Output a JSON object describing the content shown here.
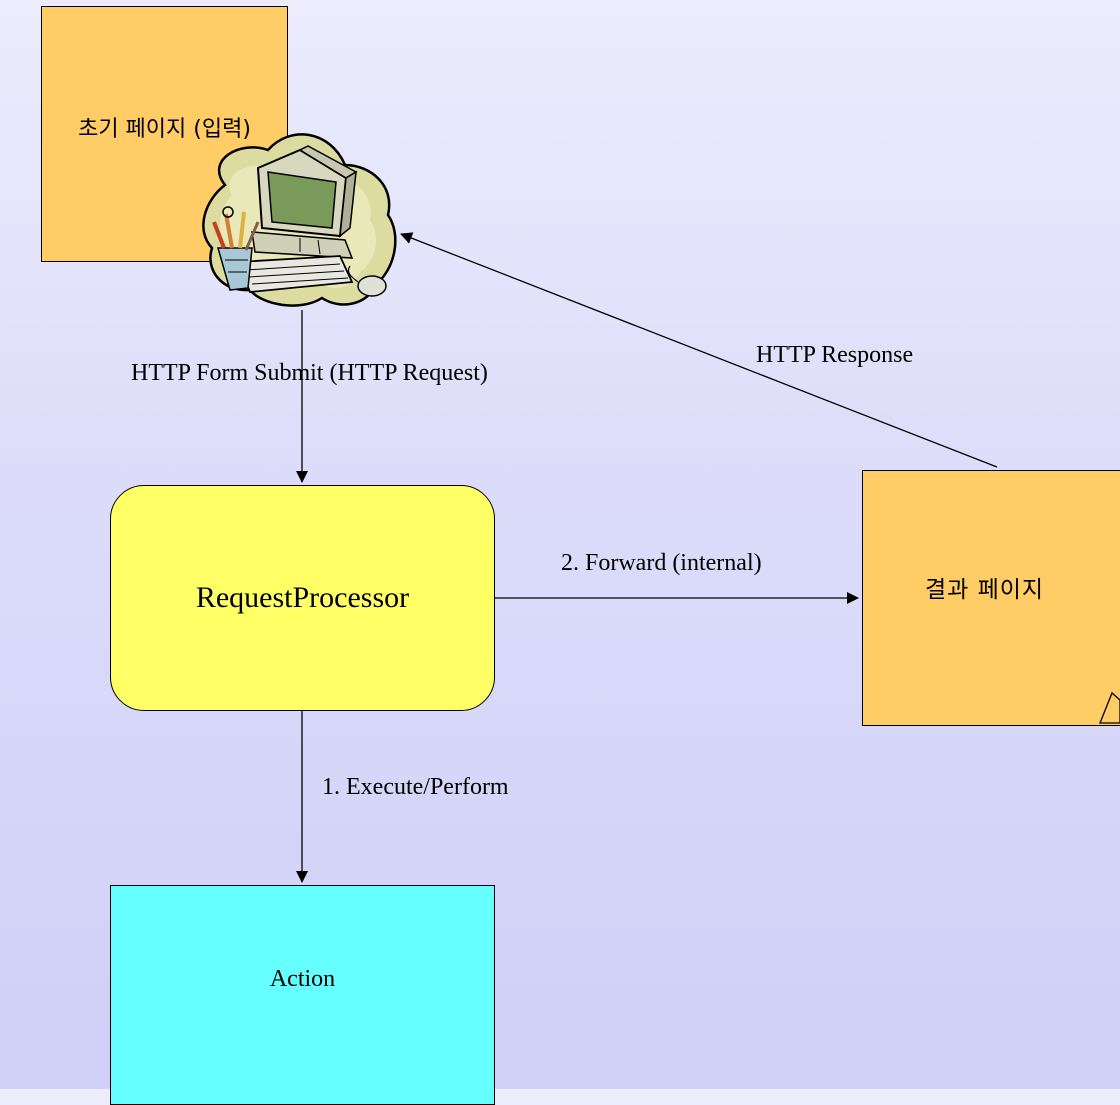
{
  "boxes": {
    "initial_page": "초기 페이지 (입력)",
    "request_processor": "RequestProcessor",
    "result_page": "결과 페이지",
    "action": "Action"
  },
  "edges": {
    "form_submit": "HTTP Form Submit (HTTP Request)",
    "response": "HTTP Response",
    "forward": "2. Forward (internal)",
    "execute": "1. Execute/Perform"
  },
  "colors": {
    "page_fill": "#ffcc66",
    "processor_fill": "#ffff66",
    "action_fill": "#66ffff",
    "background": "#dcdcfa"
  },
  "icons": {
    "computer": "computer-clipart-icon"
  }
}
